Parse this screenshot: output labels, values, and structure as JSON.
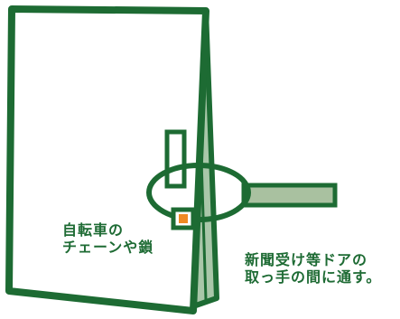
{
  "colors": {
    "stroke": "#1d6b33",
    "door_back": "#a9c7a9",
    "pipe_fill": "#a9c1a0",
    "lock_orange": "#f08a24",
    "text": "#1e6b34"
  },
  "captions": {
    "left": {
      "line1": "自転車の",
      "line2": "チェーンや鎖"
    },
    "right": {
      "line1": "新聞受け等ドアの",
      "line2": "取っ手の間に通す。"
    }
  },
  "icons": [
    "door-illustration",
    "door-handle",
    "chain-loop",
    "padlock",
    "pipe"
  ]
}
